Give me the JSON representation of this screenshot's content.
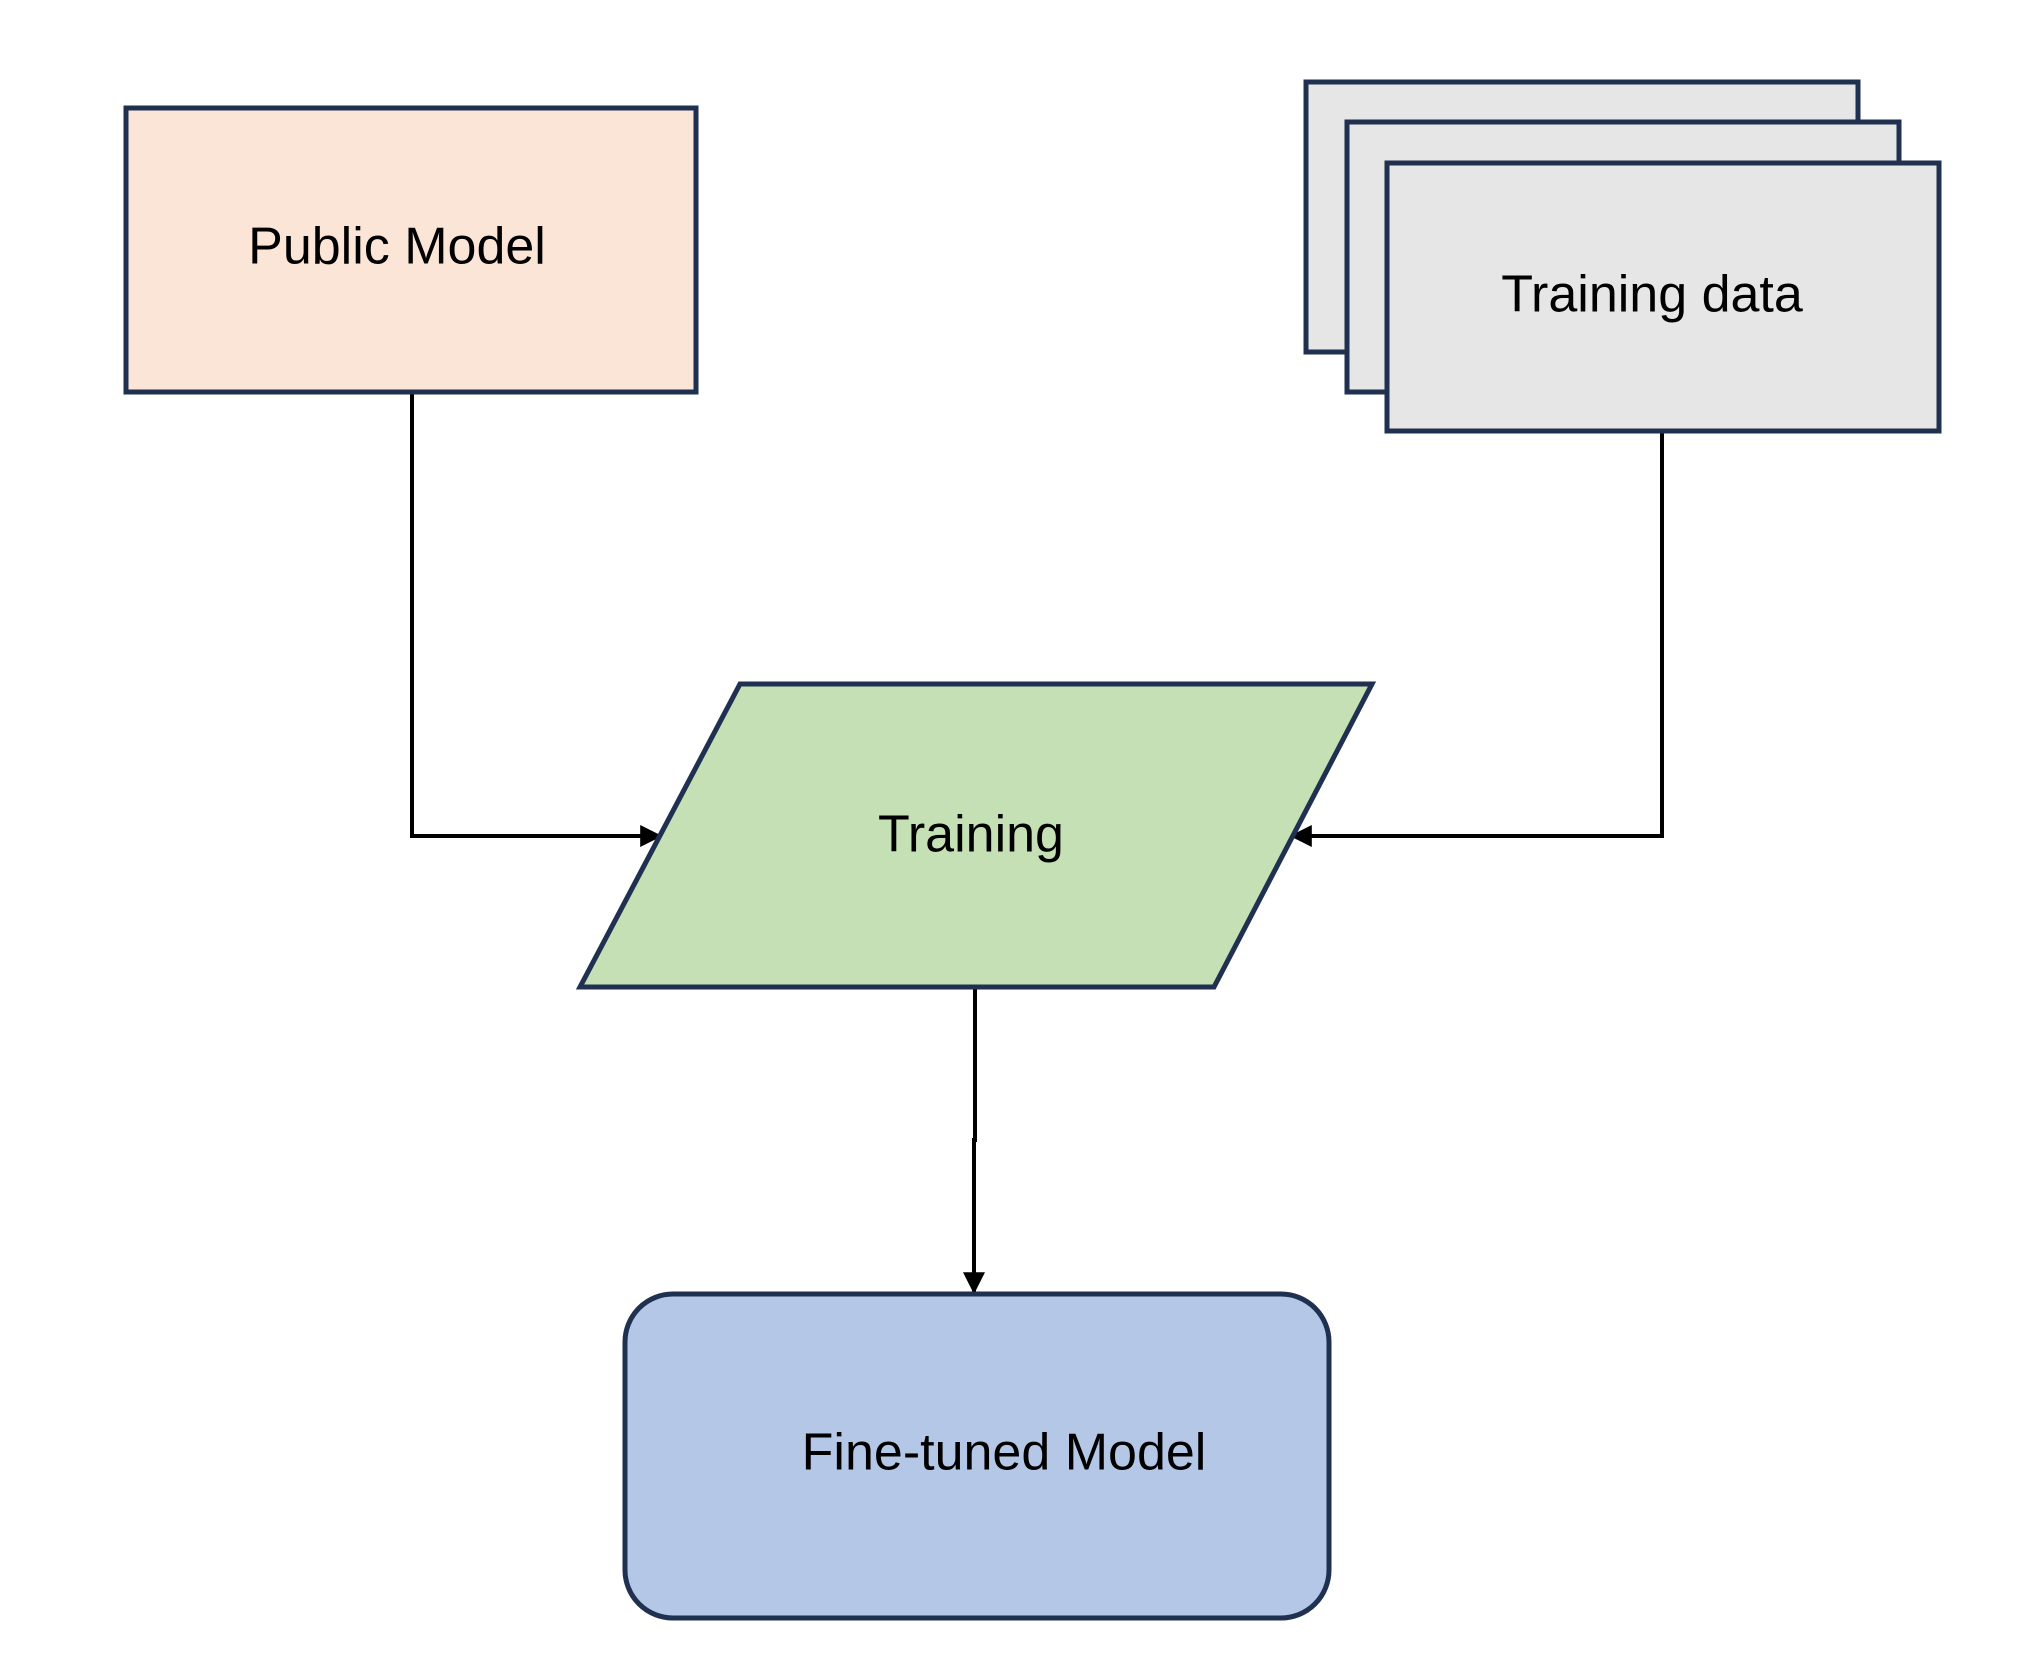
{
  "nodes": {
    "public_model": {
      "label": "Public Model",
      "fill": "#FBE5D6"
    },
    "training_data": {
      "label": "Training data",
      "fill": "#E7E6E6"
    },
    "training": {
      "label": "Training",
      "fill": "#C5E0B4"
    },
    "fine_tuned_model": {
      "label": "Fine-tuned Model",
      "fill": "#B4C7E7"
    }
  },
  "colors": {
    "node_border": "#1F3050",
    "connector": "#000000"
  }
}
